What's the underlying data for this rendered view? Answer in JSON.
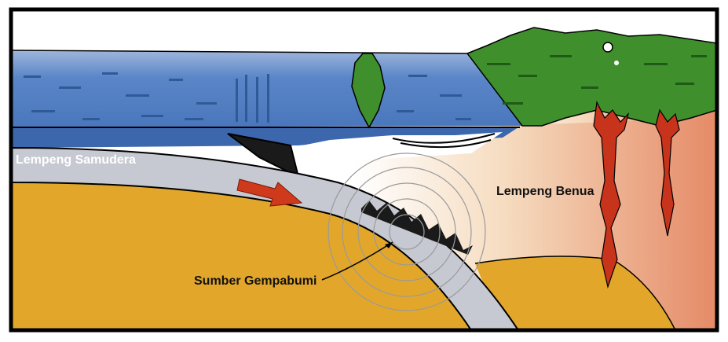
{
  "labels": {
    "oceanic_plate": "Lempeng Samudera",
    "continental_plate": "Lempeng Benua",
    "earthquake_source": "Sumber Gempabumi"
  },
  "colors": {
    "ocean": "#5a86c8",
    "ocean_dark": "#2f5f9f",
    "mantle": "#e2a72a",
    "oceanic_plate": "#c7c9d2",
    "continent_light": "#ffffff",
    "continent_mid": "#f3cfa9",
    "continent_dark": "#e8936f",
    "vegetation": "#3f8f2c",
    "magma": "#c8331c",
    "arrow": "#cf3a1c",
    "frame": "#000000"
  },
  "icons": [
    "plate-motion-arrow",
    "seismic-wave-rings",
    "volcanic-magma-conduit",
    "island-vegetation"
  ]
}
